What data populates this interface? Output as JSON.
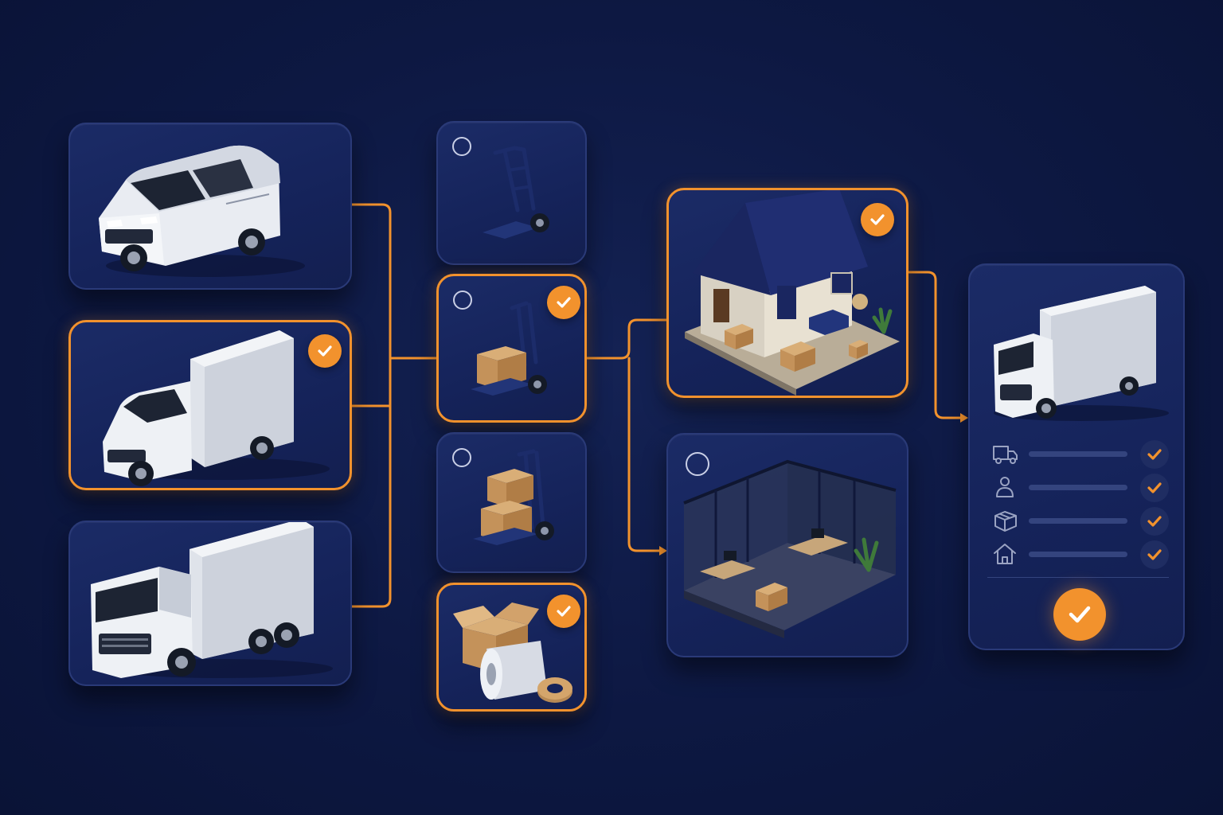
{
  "colors": {
    "background": "#0d1842",
    "card": "#15235a",
    "card_border": "#2a3a78",
    "accent": "#f2922d",
    "radio": "#c9cfe6"
  },
  "vehicles": [
    {
      "name": "small-van",
      "selected": false
    },
    {
      "name": "box-van",
      "selected": true
    },
    {
      "name": "large-truck",
      "selected": false
    }
  ],
  "equipment": [
    {
      "name": "empty-hand-truck",
      "selected": false
    },
    {
      "name": "hand-truck-one-box",
      "selected": true
    },
    {
      "name": "hand-truck-two-boxes",
      "selected": false
    },
    {
      "name": "packing-supplies",
      "selected": true
    }
  ],
  "destinations": [
    {
      "name": "house",
      "selected": true
    },
    {
      "name": "office",
      "selected": false
    }
  ],
  "summary": {
    "rows": [
      {
        "icon": "truck-icon",
        "checked": true
      },
      {
        "icon": "person-icon",
        "checked": true
      },
      {
        "icon": "box-icon",
        "checked": true
      },
      {
        "icon": "home-icon",
        "checked": true
      }
    ],
    "confirm_icon": "check-icon"
  }
}
